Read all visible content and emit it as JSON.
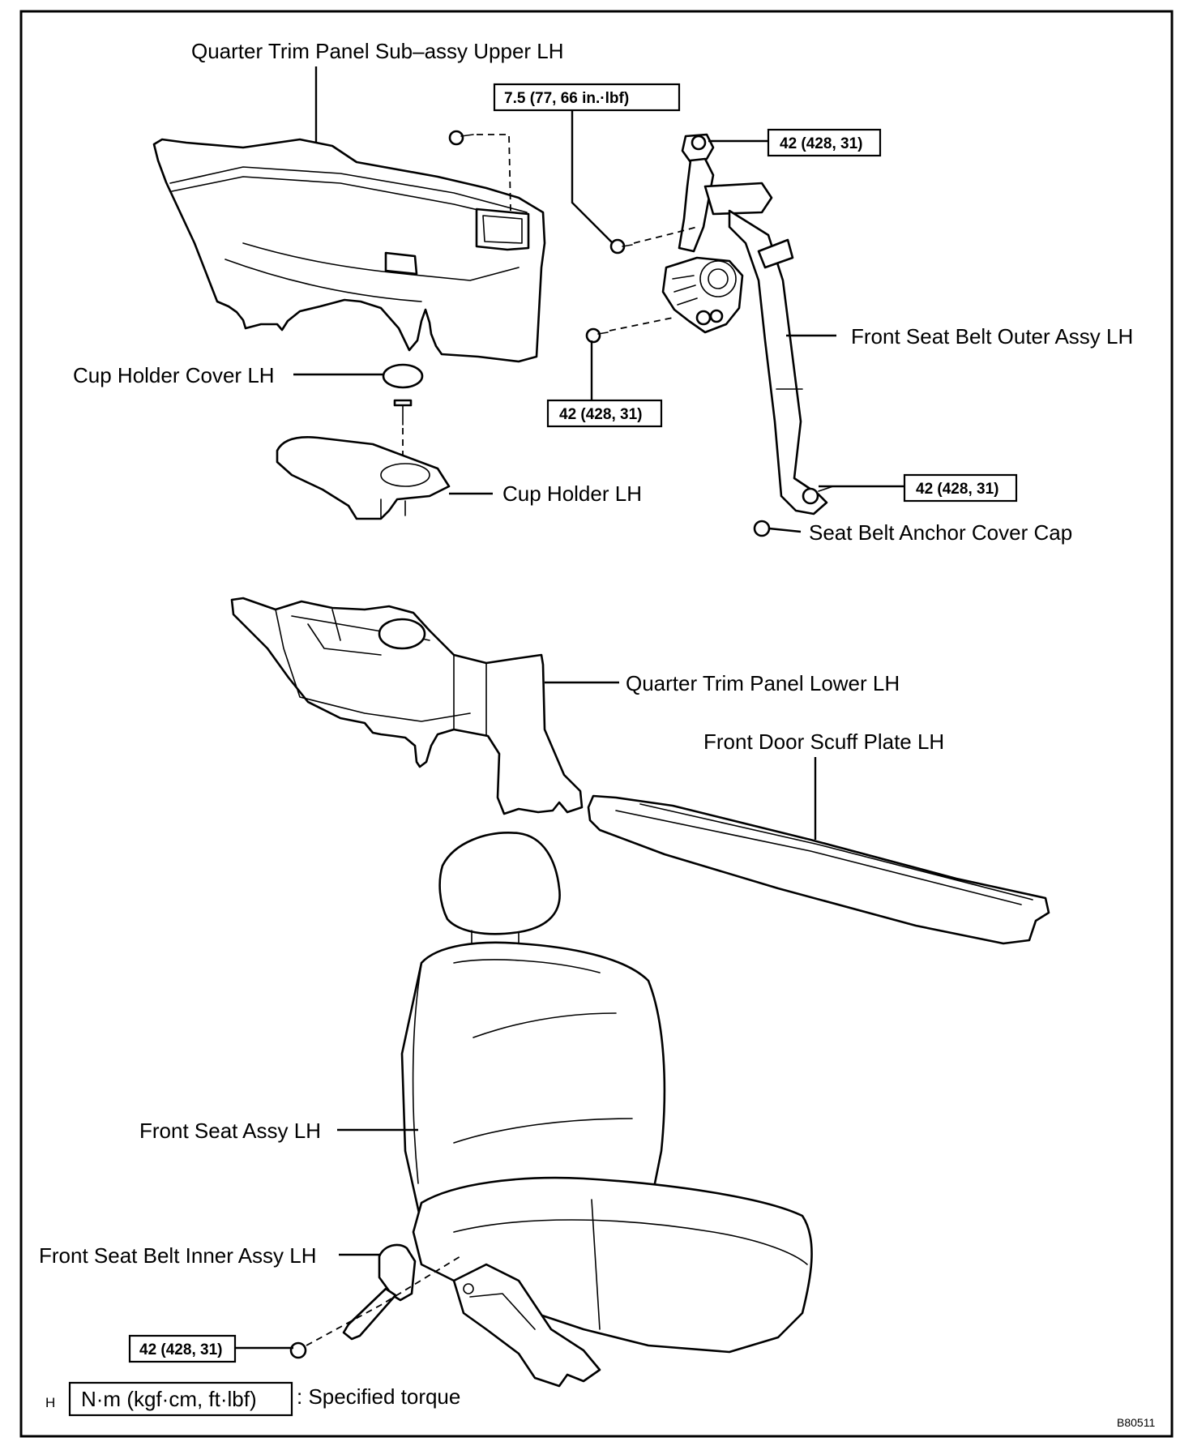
{
  "labels": {
    "quarter_trim_upper": "Quarter Trim Panel Sub–assy Upper LH",
    "cup_holder_cover": "Cup Holder Cover LH",
    "cup_holder": "Cup Holder LH",
    "front_belt_outer": "Front Seat Belt Outer Assy LH",
    "anchor_cover_cap": "Seat Belt Anchor Cover Cap",
    "quarter_trim_lower": "Quarter Trim Panel Lower LH",
    "scuff_plate": "Front Door Scuff Plate LH",
    "front_seat": "Front Seat Assy LH",
    "front_belt_inner": "Front Seat Belt Inner Assy LH"
  },
  "torques": {
    "retractor_bolt": "7.5 (77, 66 in.·lbf)",
    "shoulder_anchor": "42 (428, 31)",
    "retractor_lower": "42 (428, 31)",
    "floor_anchor": "42 (428, 31)",
    "inner_anchor": "42 (428, 31)"
  },
  "legend": {
    "symbol": "H",
    "unit_box": "N·m (kgf·cm, ft·lbf)",
    "text": ": Specified torque"
  },
  "figure_code": "B80511"
}
